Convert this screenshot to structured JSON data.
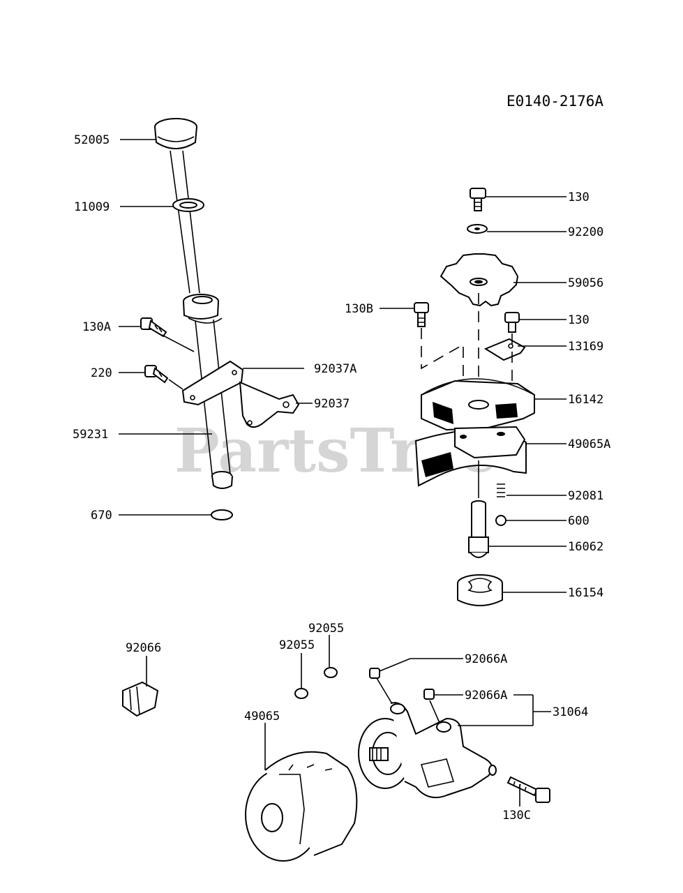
{
  "diagram_code": "E0140-2176A",
  "watermark": "PartsTree",
  "parts": [
    {
      "id": "p52005",
      "label": "52005"
    },
    {
      "id": "p11009",
      "label": "11009"
    },
    {
      "id": "p130a",
      "label": "130A"
    },
    {
      "id": "p220",
      "label": "220"
    },
    {
      "id": "p92037a",
      "label": "92037A"
    },
    {
      "id": "p92037",
      "label": "92037"
    },
    {
      "id": "p59231",
      "label": "59231"
    },
    {
      "id": "p670",
      "label": "670"
    },
    {
      "id": "p130top",
      "label": "130"
    },
    {
      "id": "p92200",
      "label": "92200"
    },
    {
      "id": "p59056",
      "label": "59056"
    },
    {
      "id": "p130b",
      "label": "130B"
    },
    {
      "id": "p130mid",
      "label": "130"
    },
    {
      "id": "p13169",
      "label": "13169"
    },
    {
      "id": "p16142",
      "label": "16142"
    },
    {
      "id": "p49065a",
      "label": "49065A"
    },
    {
      "id": "p92081",
      "label": "92081"
    },
    {
      "id": "p600",
      "label": "600"
    },
    {
      "id": "p16062",
      "label": "16062"
    },
    {
      "id": "p16154",
      "label": "16154"
    },
    {
      "id": "p92066",
      "label": "92066"
    },
    {
      "id": "p92055a",
      "label": "92055"
    },
    {
      "id": "p92055b",
      "label": "92055"
    },
    {
      "id": "p49065",
      "label": "49065"
    },
    {
      "id": "p92066a1",
      "label": "92066A"
    },
    {
      "id": "p92066a2",
      "label": "92066A"
    },
    {
      "id": "p31064",
      "label": "31064"
    },
    {
      "id": "p130c",
      "label": "130C"
    }
  ]
}
